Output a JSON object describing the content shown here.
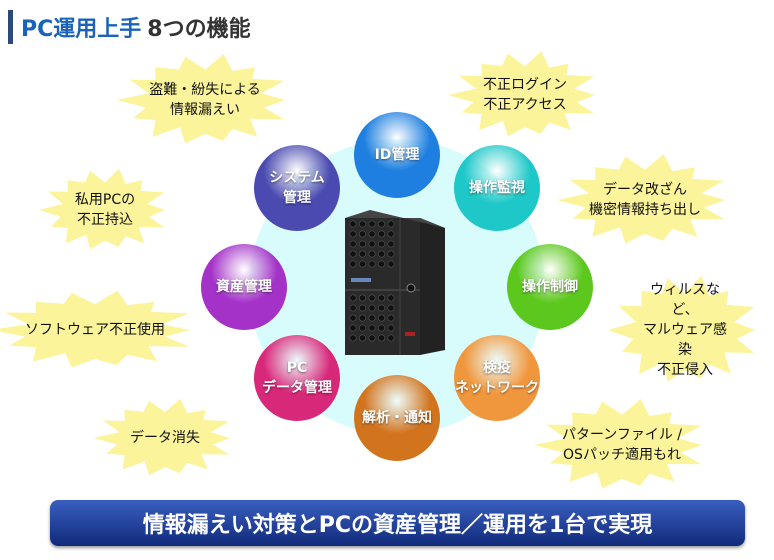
{
  "title": {
    "brand": "PC運用上手",
    "rest": "8つの機能"
  },
  "functions": [
    {
      "label": "ID管理",
      "color": "#1e7fe0"
    },
    {
      "label": "操作監視",
      "color": "#1ec8c8"
    },
    {
      "label": "操作制御",
      "color": "#5cc81e"
    },
    {
      "label": "検疫\nネットワーク",
      "color": "#f0963c"
    },
    {
      "label": "解析・通知",
      "color": "#d2741e"
    },
    {
      "label": "PC\nデータ管理",
      "color": "#d8287a"
    },
    {
      "label": "資産管理",
      "color": "#a432c8"
    },
    {
      "label": "システム\n管理",
      "color": "#4a4ab0"
    }
  ],
  "threats": [
    {
      "label": "盗難・紛失による\n情報漏えい"
    },
    {
      "label": "不正ログイン\n不正アクセス"
    },
    {
      "label": "私用PCの\n不正持込"
    },
    {
      "label": "データ改ざん\n機密情報持ち出し"
    },
    {
      "label": "ソフトウェア不正使用"
    },
    {
      "label": "ウィルスなど、\nマルウェア感染\n不正侵入"
    },
    {
      "label": "データ消失"
    },
    {
      "label": "パターンファイル /\nOSパッチ適用もれ"
    }
  ],
  "banner": "情報漏えい対策とPCの資産管理／運用を1台で実現"
}
